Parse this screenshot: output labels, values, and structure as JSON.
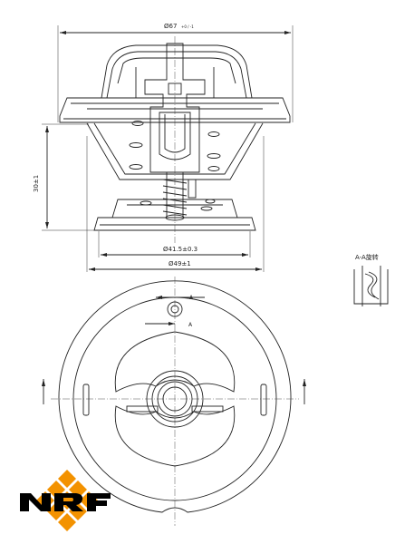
{
  "dimensions": {
    "top_diameter": "Ø67",
    "top_tolerance": "+0 / -1",
    "height": "30±1",
    "mid_diameter": "Ø41.5±0.3",
    "bottom_diameter": "Ø49±1"
  },
  "section": {
    "label": "A-A旋转",
    "marker": "A"
  },
  "colors": {
    "line": "#222222",
    "brand_orange": "#f39200",
    "brand_black": "#000000"
  },
  "logo": {
    "text": "NRF"
  }
}
